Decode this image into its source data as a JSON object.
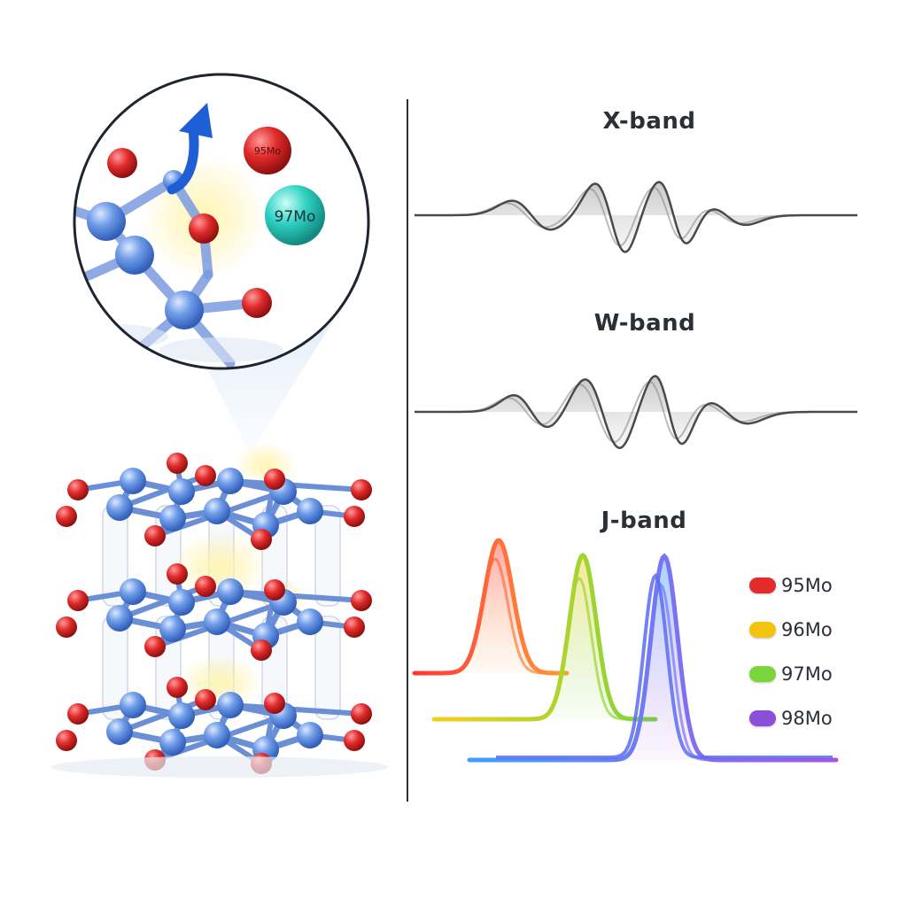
{
  "inset": {
    "red_atom_label": "95Mo",
    "teal_atom_label": "97Mo",
    "colors": {
      "teal_atom": "#2fd0c2",
      "red_atom": "#d62828",
      "arrow": "#1f5fd6"
    }
  },
  "lattice": {
    "colors": {
      "metal_atom": "#5b8fe0",
      "oxygen_atom": "#d42b2b",
      "bond": "#6b8fd6"
    }
  },
  "spectra": {
    "x_band": {
      "label": "X-band"
    },
    "w_band": {
      "label": "W-band"
    },
    "j_band": {
      "label": "J-band"
    }
  },
  "legend": {
    "items": [
      {
        "label": "95Mo",
        "color": "#e32b2b"
      },
      {
        "label": "96Mo",
        "color": "#f2c40f"
      },
      {
        "label": "97Mo",
        "color": "#7ad63a"
      },
      {
        "label": "98Mo",
        "color": "#8a4fd6"
      }
    ]
  }
}
